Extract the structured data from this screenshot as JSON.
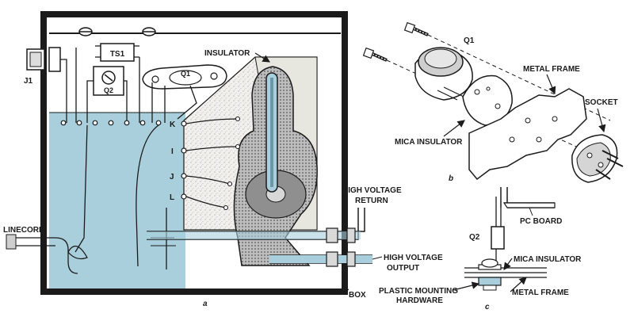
{
  "labels": {
    "j1": "J1",
    "ts1": "TS1",
    "q2_top": "Q2",
    "q1_top": "Q1",
    "insulator": "INSULATOR",
    "k": "K",
    "i": "I",
    "j": "J",
    "l": "L",
    "high_voltage_return_1": "HIGH VOLTAGE",
    "high_voltage_return_2": "RETURN",
    "high_voltage_output_1": "HIGH VOLTAGE",
    "high_voltage_output_2": "OUTPUT",
    "linecord": "LINECORD",
    "box": "BOX",
    "fig_a": "a",
    "q1_b": "Q1",
    "metal_frame_b": "METAL FRAME",
    "socket": "SOCKET",
    "mica_insulator_b": "MICA INSULATOR",
    "fig_b": "b",
    "pc_board": "PC BOARD",
    "q2_c": "Q2",
    "mica_insulator_c": "MICA INSULATOR",
    "plastic_mounting_1": "PLASTIC MOUNTING",
    "plastic_mounting_2": "HARDWARE",
    "metal_frame_c": "METAL FRAME",
    "fig_c": "c"
  },
  "colors": {
    "water_blue": "#a9cfdc",
    "line": "#1b1b1b",
    "paper": "#ffffff",
    "insulator_fill": "#ecebe6"
  }
}
